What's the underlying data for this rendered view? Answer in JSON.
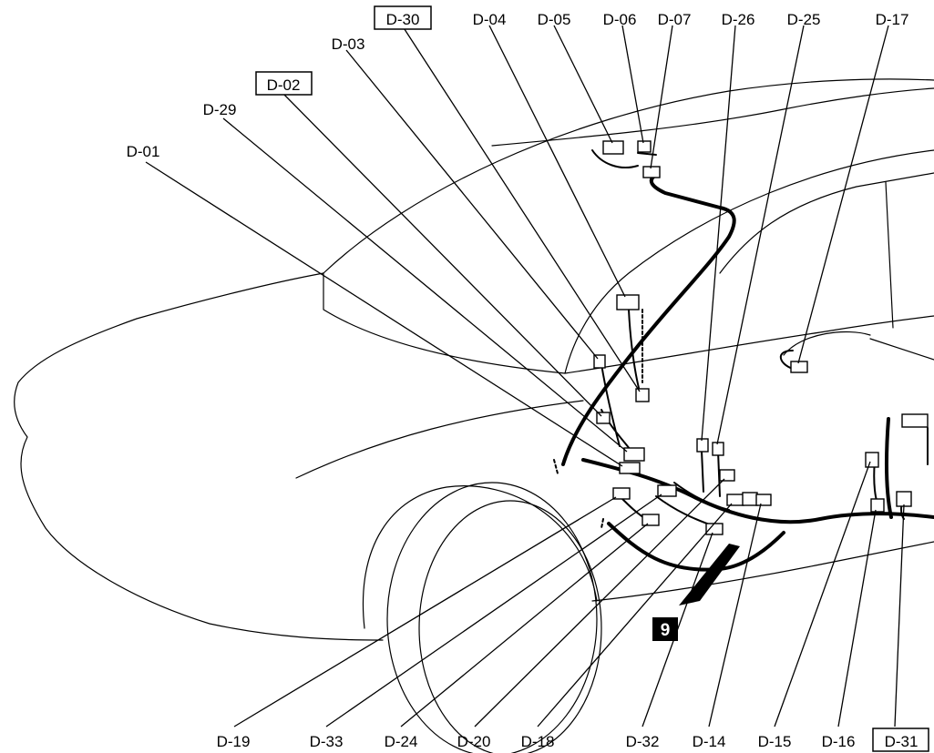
{
  "labels": {
    "d01": "D-01",
    "d02": "D-02",
    "d03": "D-03",
    "d04": "D-04",
    "d05": "D-05",
    "d06": "D-06",
    "d07": "D-07",
    "d14": "D-14",
    "d15": "D-15",
    "d16": "D-16",
    "d17": "D-17",
    "d18": "D-18",
    "d19": "D-19",
    "d20": "D-20",
    "d24": "D-24",
    "d25": "D-25",
    "d26": "D-26",
    "d29": "D-29",
    "d30": "D-30",
    "d31": "D-31",
    "d32": "D-32",
    "d33": "D-33"
  },
  "marker": "9"
}
